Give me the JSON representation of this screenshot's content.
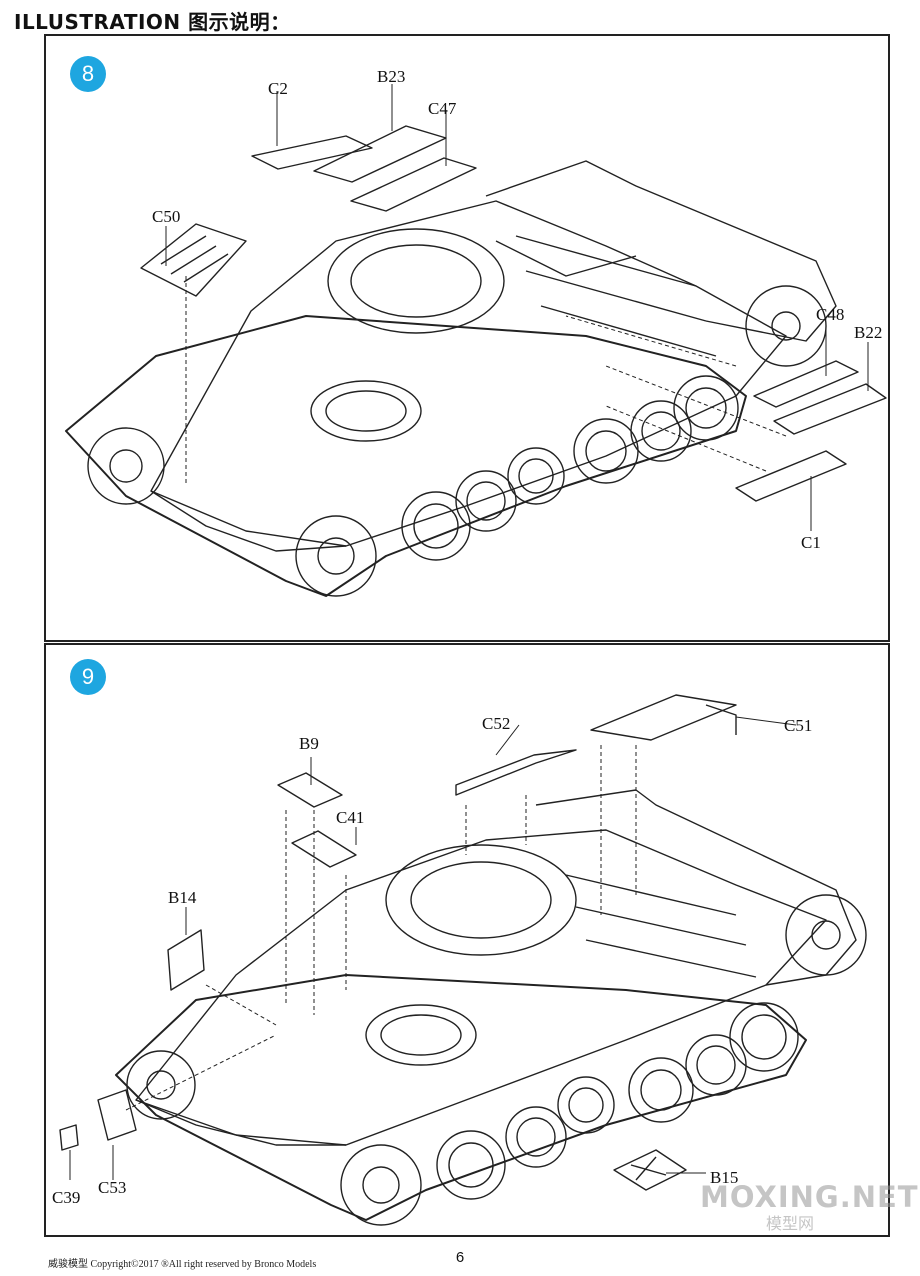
{
  "header": {
    "title": "ILLUSTRATION 图示说明："
  },
  "steps": [
    {
      "number": "8",
      "labels": {
        "c2": "C2",
        "b23": "B23",
        "c47": "C47",
        "c50": "C50",
        "c48": "C48",
        "b22": "B22",
        "c1": "C1"
      }
    },
    {
      "number": "9",
      "labels": {
        "b9": "B9",
        "c41": "C41",
        "c52": "C52",
        "c51": "C51",
        "b14": "B14",
        "c39": "C39",
        "c53": "C53",
        "b15": "B15"
      }
    }
  ],
  "footer": {
    "copyright": "威骏模型  Copyright©2017  ®All right reserved by Bronco Models",
    "page_number": "6"
  },
  "watermark": {
    "line1": "MOXING.NET",
    "line2": "模型网"
  },
  "colors": {
    "accent": "#1ea6e0",
    "line": "#222222"
  }
}
